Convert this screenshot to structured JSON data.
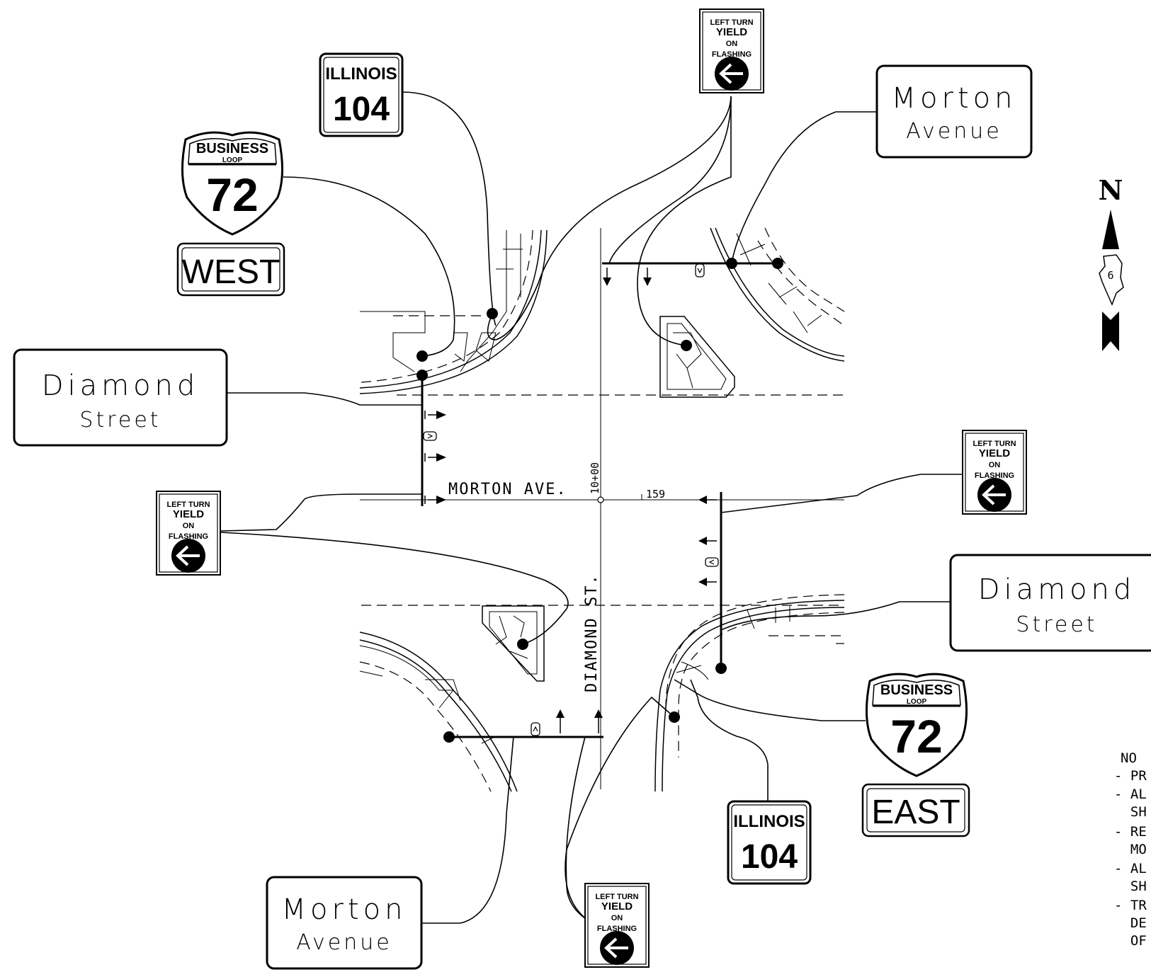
{
  "streets": {
    "morton_ave": "MORTON AVE.",
    "diamond_st": "DIAMOND ST.",
    "station_main": "10+00",
    "station_offset": "159"
  },
  "guide_signs": {
    "diamond_west": {
      "line1": "Diamond",
      "line2": "Street"
    },
    "diamond_east": {
      "line1": "Diamond",
      "line2": "Street"
    },
    "morton_north": {
      "line1": "Morton",
      "line2": "Avenue"
    },
    "morton_south": {
      "line1": "Morton",
      "line2": "Avenue"
    }
  },
  "route_signs": {
    "illinois_label": "ILLINOIS",
    "illinois_number": "104",
    "business_label": "BUSINESS",
    "loop_label": "LOOP",
    "loop_number": "72",
    "dir_west": "WEST",
    "dir_east": "EAST"
  },
  "left_turn_sign": {
    "line1": "LEFT TURN",
    "line2": "YIELD",
    "line3": "ON",
    "line4": "FLASHING"
  },
  "north_arrow": {
    "label": "N",
    "district": "6"
  },
  "notes": {
    "heading": "NO",
    "lines": [
      "- PR",
      "- AL",
      "  SH",
      "- RE",
      "  MO",
      "- AL",
      "  SH",
      "- TR",
      "  DE",
      "  OF"
    ]
  }
}
